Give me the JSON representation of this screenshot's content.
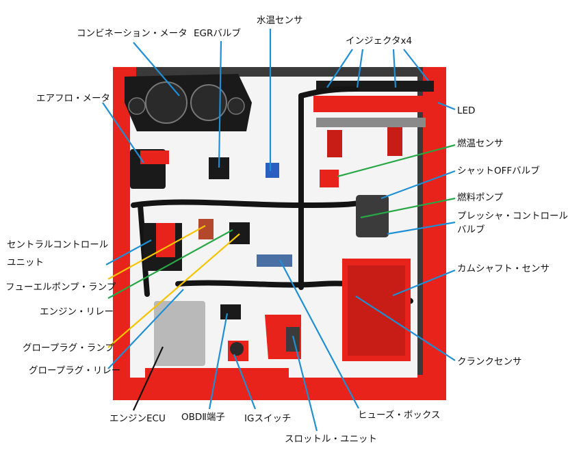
{
  "colors": {
    "frame_red": "#e8231b",
    "panel_white": "#f4f4f4",
    "harness_black": "#141414",
    "leader_blue": "#1e8fd5",
    "leader_green": "#28a745",
    "leader_yellow": "#f5c400",
    "leader_black": "#111111"
  },
  "labels": {
    "combination_meter": "コンビネーション・メータ",
    "egr_valve": "EGRバルブ",
    "water_temp_sensor": "水温センサ",
    "injector_x4": "インジェクタx4",
    "air_flow_meter": "エアフロ・メータ",
    "led": "LED",
    "fuel_temp_sensor": "燃温センサ",
    "shut_off_valve": "シャットOFFバルブ",
    "fuel_pump": "燃料ポンプ",
    "pressure_control_valve": "プレッシャ・コントロール\nバルブ",
    "central_control_unit": "セントラルコントロール\nユニット",
    "fuel_pump_lamp": "フューエルポンプ・ランプ",
    "engine_relay": "エンジン・リレー",
    "camshaft_sensor": "カムシャフト・センサ",
    "glow_plug_lamp": "グロープラグ・ランプ",
    "glow_plug_relay": "グロープラグ・リレー",
    "crank_sensor": "クランクセンサ",
    "engine_ecu": "エンジンECU",
    "obd2_terminal": "OBDⅡ端子",
    "ig_switch": "IGスイッチ",
    "fuse_box": "ヒューズ・ボックス",
    "throttle_unit": "スロットル・ユニット"
  }
}
